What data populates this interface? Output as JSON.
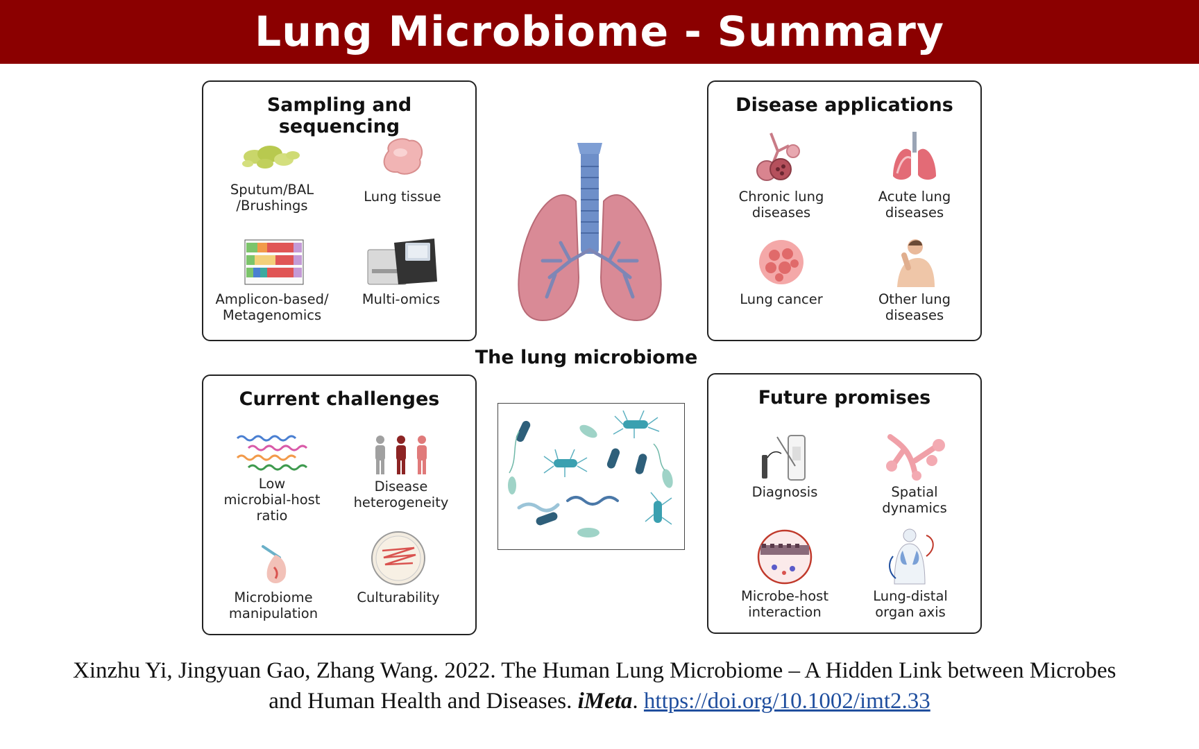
{
  "title": "Lung Microbiome - Summary",
  "center_label": "The lung microbiome",
  "panels": {
    "sampling": {
      "title": "Sampling and sequencing",
      "items": [
        {
          "label": "Sputum/BAL\n/Brushings",
          "icon": "sputum-icon"
        },
        {
          "label": "Lung tissue",
          "icon": "lung-tissue-icon"
        },
        {
          "label": "Amplicon-based/\nMetagenomics",
          "icon": "sequencing-bars-icon"
        },
        {
          "label": "Multi-omics",
          "icon": "sequencer-machine-icon"
        }
      ]
    },
    "disease": {
      "title": "Disease applications",
      "items": [
        {
          "label": "Chronic lung\ndiseases",
          "icon": "alveoli-icon"
        },
        {
          "label": "Acute lung\ndiseases",
          "icon": "lungs-red-icon"
        },
        {
          "label": "Lung cancer",
          "icon": "tumor-icon"
        },
        {
          "label": "Other lung\ndiseases",
          "icon": "coughing-person-icon"
        }
      ]
    },
    "challenges": {
      "title": "Current challenges",
      "items": [
        {
          "label": "Low\nmicrobial-host\nratio",
          "icon": "dna-strands-icon"
        },
        {
          "label": "Disease\nheterogeneity",
          "icon": "people-icon"
        },
        {
          "label": "Microbiome\nmanipulation",
          "icon": "hand-pipette-icon"
        },
        {
          "label": "Culturability",
          "icon": "petri-dish-icon"
        }
      ]
    },
    "future": {
      "title": "Future promises",
      "items": [
        {
          "label": "Diagnosis",
          "icon": "diagnostic-test-icon"
        },
        {
          "label": "Spatial\ndynamics",
          "icon": "bronchi-tree-icon"
        },
        {
          "label": "Microbe-host\ninteraction",
          "icon": "epithelium-circle-icon"
        },
        {
          "label": "Lung-distal\norgan axis",
          "icon": "body-organs-icon"
        }
      ]
    }
  },
  "citation": {
    "authors_text": "Xinzhu Yi, Jingyuan Gao, Zhang Wang. 2022. The Human Lung Microbiome – A Hidden Link between Microbes",
    "line2_text": "and Human Health and Diseases. ",
    "journal": "iMeta",
    "period": ". ",
    "doi": "https://doi.org/10.1002/imt2.33"
  },
  "colors": {
    "title_bar": "#8b0000",
    "lung_pink": "#d98a96",
    "trachea_blue": "#6e8fc9",
    "bacteria_teal": "#2e7d95"
  }
}
